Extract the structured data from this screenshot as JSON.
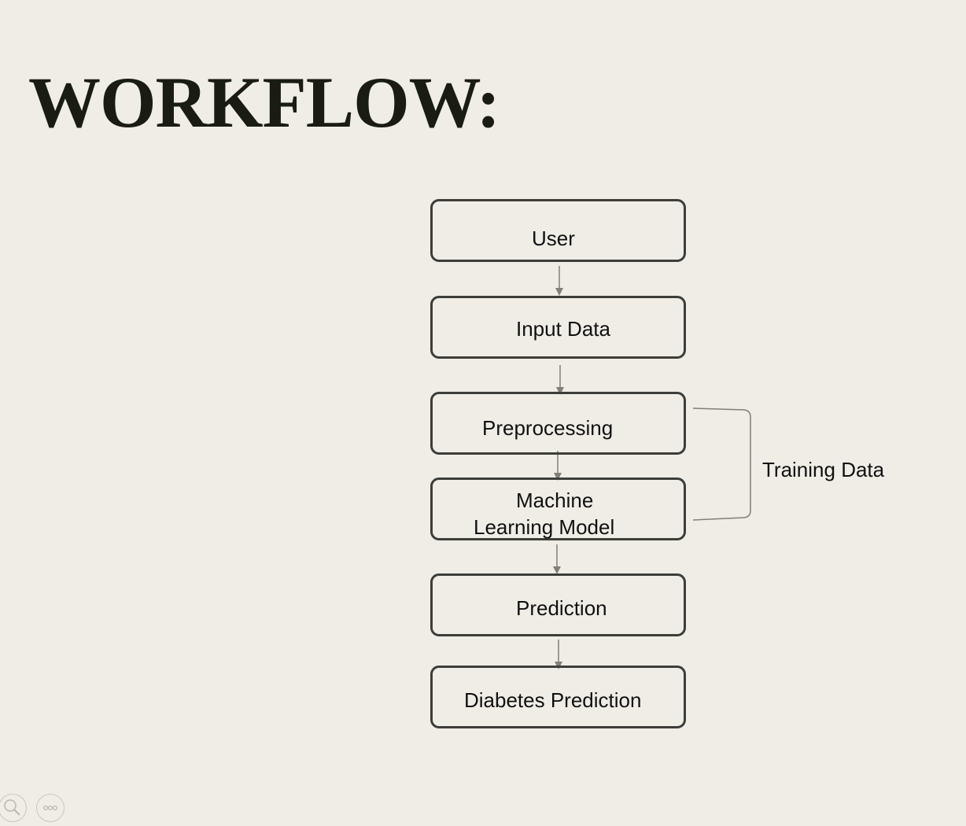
{
  "title": "WORKFLOW:",
  "nodes": {
    "user": "User",
    "input_data": "Input Data",
    "preprocessing": "Preprocessing",
    "ml_model_line1": "Machine",
    "ml_model_line2": "Learning Model",
    "prediction": "Prediction",
    "diabetes_prediction": "Diabetes Prediction"
  },
  "side_label": "Training Data",
  "colors": {
    "background": "#efede5",
    "box_border": "#3d3d39",
    "arrow": "#808078",
    "title": "#1a1c12"
  },
  "toolbar": {
    "zoom_icon": "magnifier-icon",
    "more_icon": "more-options-icon"
  }
}
